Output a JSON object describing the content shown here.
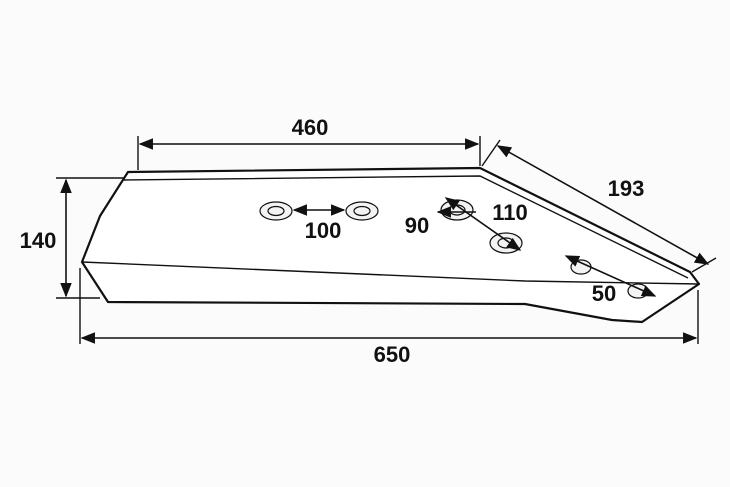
{
  "drawing": {
    "background": "#fbfbfb",
    "line_color": "#111111"
  },
  "dimensions": {
    "top_length": "460",
    "slant_length": "193",
    "height": "140",
    "total_length": "650",
    "hole_spacing_1": "100",
    "hole_spacing_2": "90",
    "hole_spacing_3": "110",
    "hole_spacing_4": "50"
  }
}
